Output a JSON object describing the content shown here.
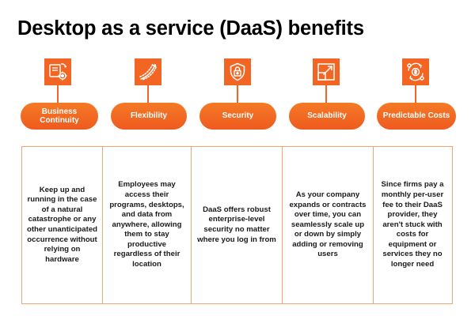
{
  "title": "Desktop as a service (DaaS) benefits",
  "colors": {
    "accent": "#f26522",
    "pill_gradient_top": "#f47a26",
    "pill_gradient_bottom": "#ef5a1f",
    "table_border": "#f5a46f",
    "text": "#1a1a1a"
  },
  "benefits": [
    {
      "label": "Business\nContinuity",
      "icon": "gear-cycle-icon",
      "description": "Keep up and running in the case of a natural catastrophe or any other unanticipated occurrence without relying on hardware"
    },
    {
      "label": "Flexibility",
      "icon": "flexible-curve-icon",
      "description": "Employees may access their programs, desktops, and data from anywhere, allowing them to stay productive regardless of their location"
    },
    {
      "label": "Security",
      "icon": "shield-lock-icon",
      "description": "DaaS offers robust enterprise-level security no matter where you log in from"
    },
    {
      "label": "Scalability",
      "icon": "expand-arrow-icon",
      "description": "As your company expands or contracts over time, you can seamlessly scale up or down by simply adding or removing users"
    },
    {
      "label": "Predictable Costs",
      "icon": "cost-cycle-icon",
      "description": "Since firms pay a monthly per-user fee to their DaaS provider, they aren't stuck with costs for equipment or services they no longer need"
    }
  ]
}
